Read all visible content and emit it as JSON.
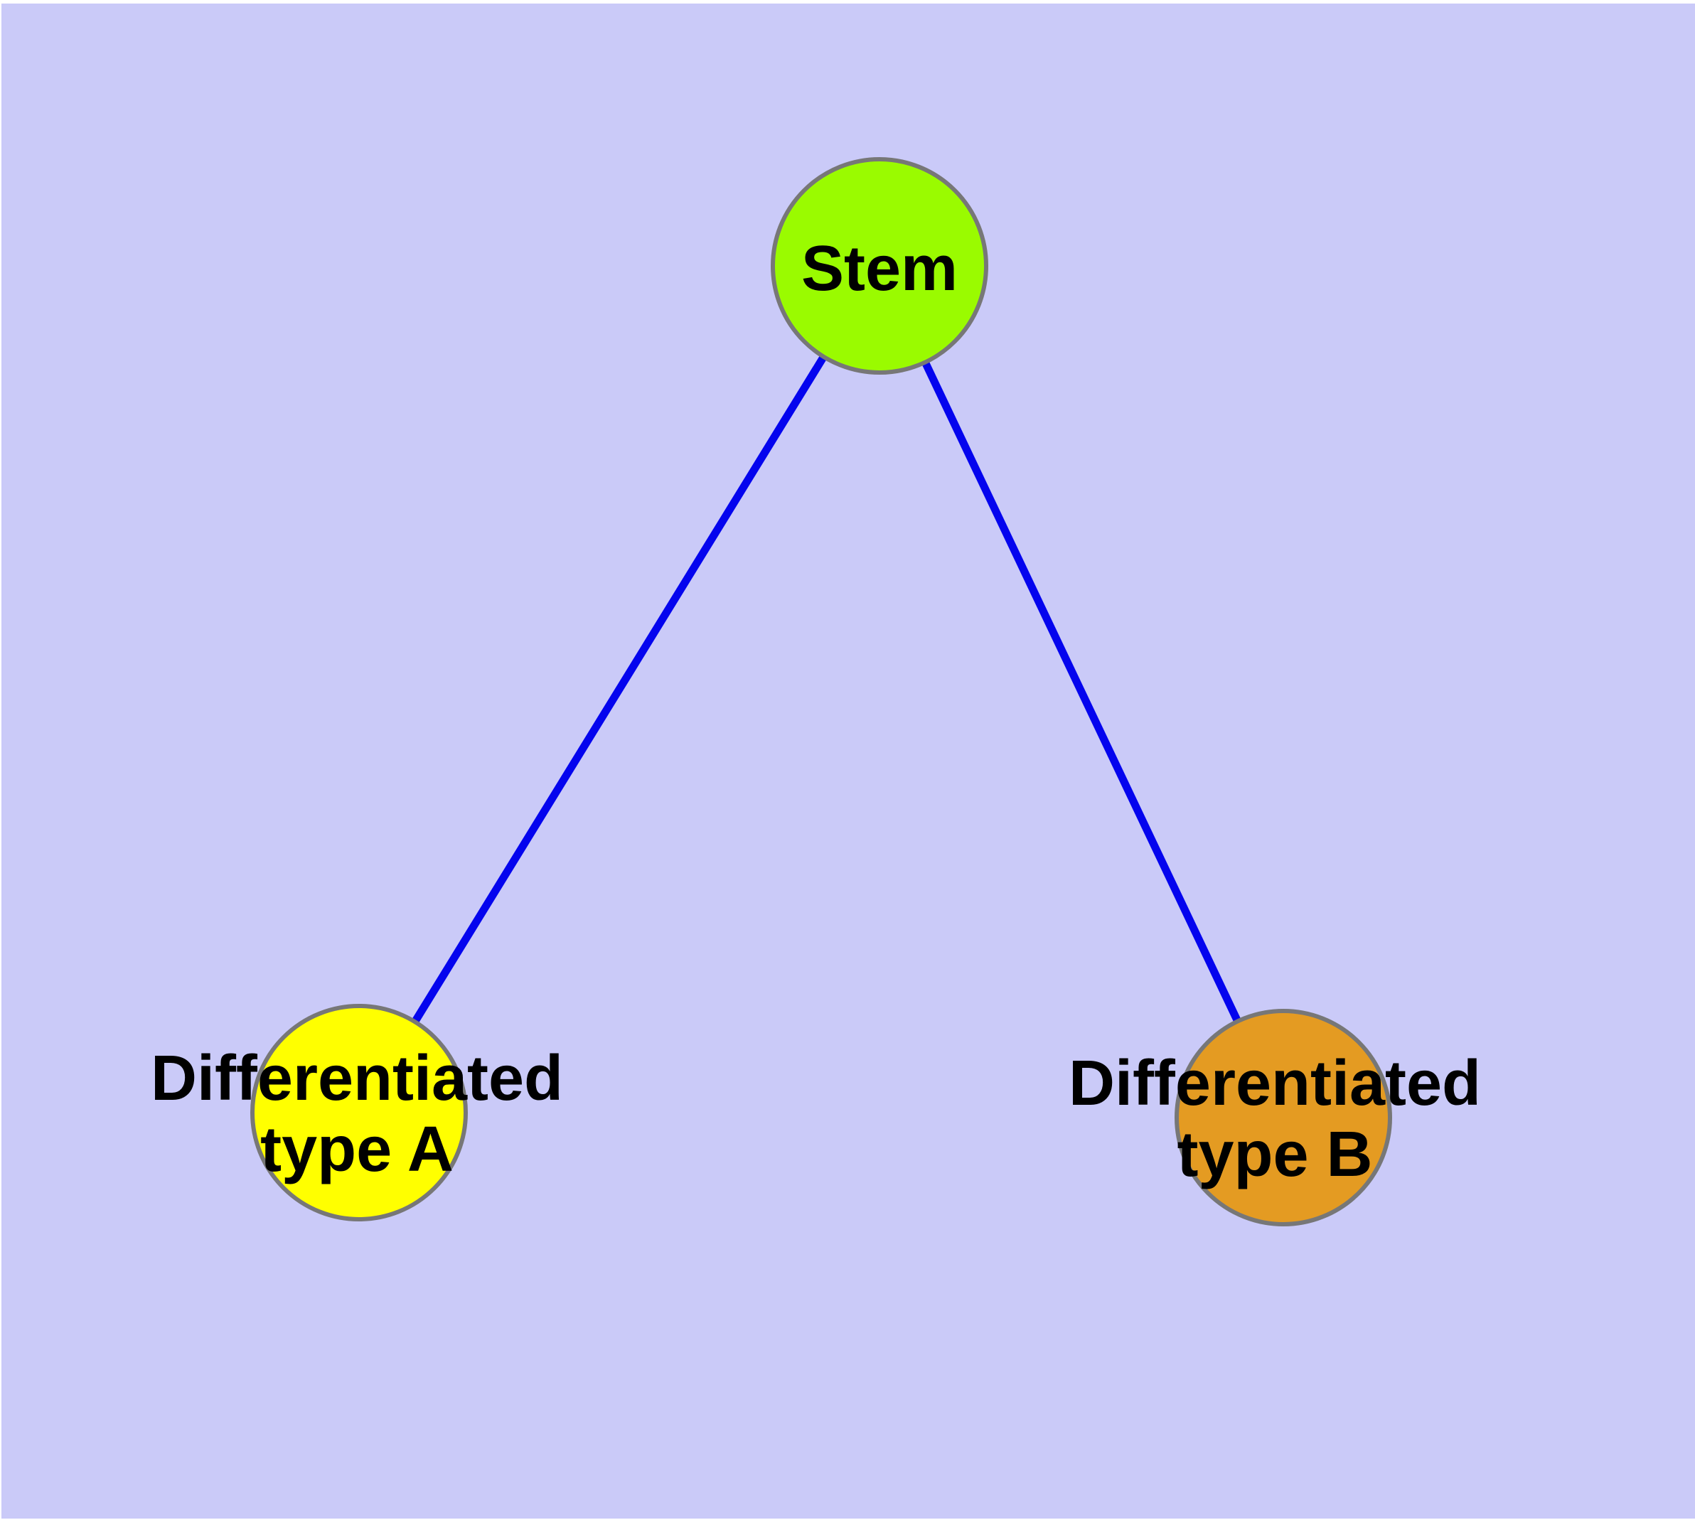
{
  "diagram": {
    "frame_color": "#ffffff",
    "background_color": "#cacaf8",
    "edge_color": "#0404ee",
    "node_border_color": "#777777",
    "label_color": "#000000",
    "nodes": [
      {
        "id": "stem",
        "label_lines": [
          "Stem"
        ],
        "fill": "#9afb00"
      },
      {
        "id": "differentiated-type-a",
        "label_lines": [
          "Differentiated",
          "type A"
        ],
        "fill": "#ffff00"
      },
      {
        "id": "differentiated-type-b",
        "label_lines": [
          "Differentiated",
          "type B"
        ],
        "fill": "#e49b22"
      }
    ],
    "edges": [
      {
        "id": "stem-to-type-a",
        "from": "stem",
        "to": "differentiated-type-a"
      },
      {
        "id": "stem-to-type-b",
        "from": "stem",
        "to": "differentiated-type-b"
      }
    ]
  }
}
